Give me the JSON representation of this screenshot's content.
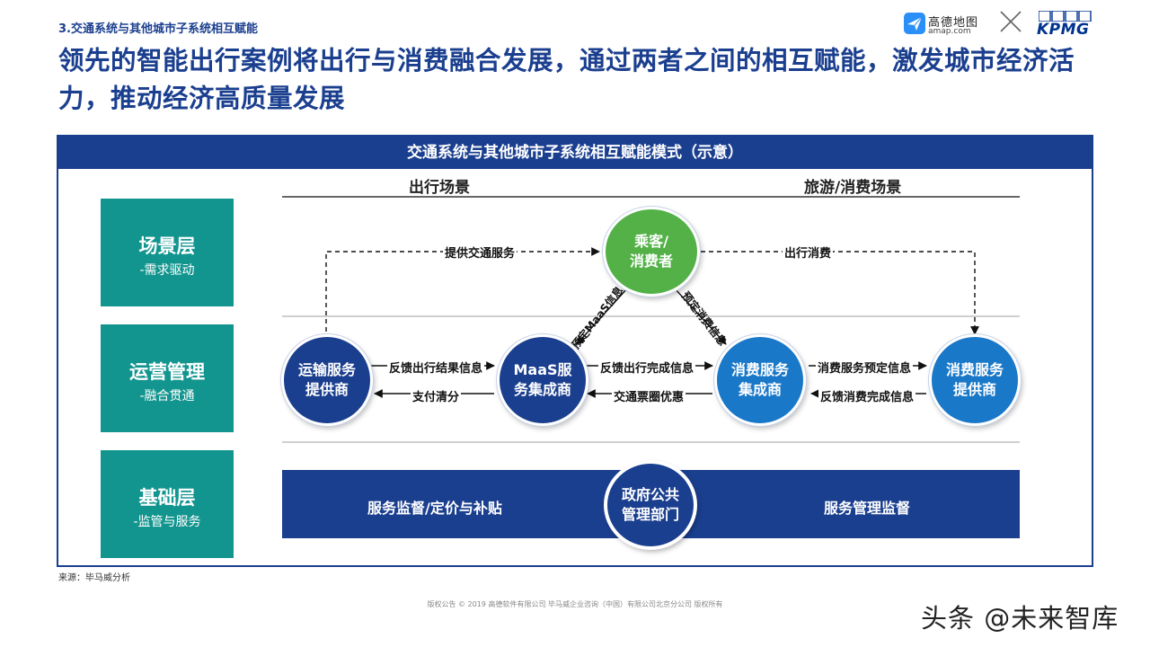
{
  "section_label": "3.交通系统与其他城市子系统相互赋能",
  "headline": "领先的智能出行案例将出行与消费融合发展，通过两者之间的相互赋能，激发城市经济活力，推动经济高质量发展",
  "logos": {
    "amap_cn": "高德地图",
    "amap_en": "amap.com",
    "kpmg": "KPMG"
  },
  "diagram": {
    "title": "交通系统与其他城市子系统相互赋能模式（示意）",
    "scenes": {
      "travel": "出行场景",
      "tourism": "旅游/消费场景"
    },
    "layers": [
      {
        "title": "场景层",
        "subtitle": "-需求驱动"
      },
      {
        "title": "运营管理",
        "subtitle": "-融合贯通"
      },
      {
        "title": "基础层",
        "subtitle": "-监管与服务"
      }
    ],
    "nodes": {
      "passenger": [
        "乘客/",
        "消费者"
      ],
      "transport_provider": [
        "运输服务",
        "提供商"
      ],
      "maas_integrator": [
        "MaaS服",
        "务集成商"
      ],
      "consumer_integrator": [
        "消费服务",
        "集成商"
      ],
      "consumer_provider": [
        "消费服务",
        "提供商"
      ],
      "government": [
        "政府公共",
        "管理部门"
      ]
    },
    "flows": {
      "provide_transport": "提供交通服务",
      "travel_consumption": "出行消费",
      "book_maas": "预定MaaS信息",
      "book_consumption": "预定消费信息",
      "trip_result_feedback": "反馈出行结果信息",
      "payment_clearing": "支付清分",
      "trip_complete_feedback": "反馈出行完成信息",
      "transit_offer": "交通票圈优惠",
      "consumption_booking": "消费服务预定信息",
      "consumption_complete_feedback": "反馈消费完成信息"
    },
    "government_bar": {
      "left": "服务监督/定价与补贴",
      "right": "服务管理监督"
    }
  },
  "source": "来源：毕马威分析",
  "copyright": "版权公告 © 2019 高德软件有限公司 毕马威企业咨询（中国）有限公司北京分公司 版权所有",
  "watermark": "头条 @未来智库",
  "colors": {
    "navy": "#1b3f8f",
    "teal": "#13958f",
    "blue": "#1a78c8",
    "green": "#53b148"
  }
}
